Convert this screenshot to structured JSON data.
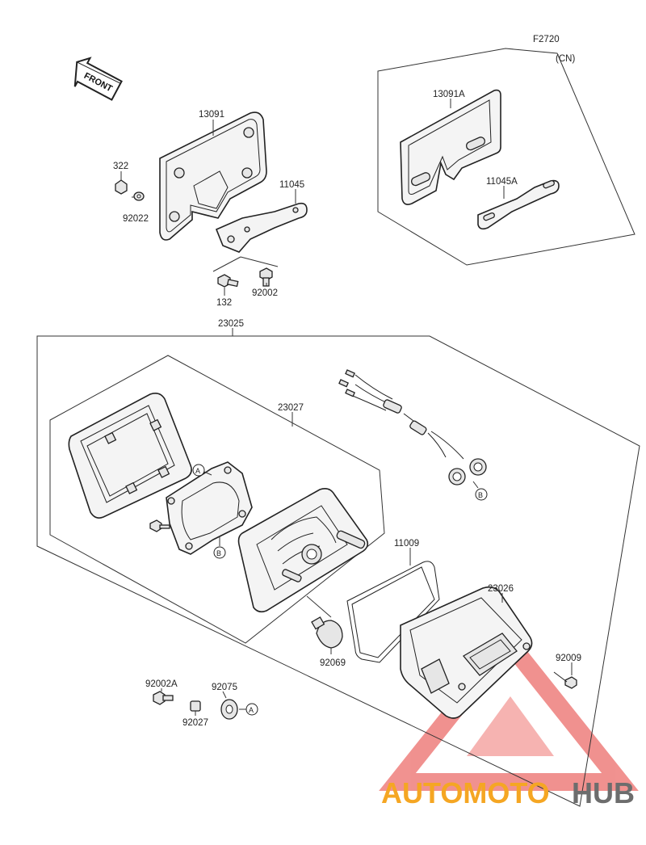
{
  "diagram_code": "F2720",
  "region_tag": "(CN)",
  "front_arrow_text": "FRONT",
  "labels": {
    "p13091": "13091",
    "p322": "322",
    "p92022": "92022",
    "p11045": "11045",
    "p132": "132",
    "p92002": "92002",
    "p13091A": "13091A",
    "p11045A": "11045A",
    "p23025": "23025",
    "p23027": "23027",
    "p11009": "11009",
    "p23026": "23026",
    "p92069": "92069",
    "p92009": "92009",
    "p92002A": "92002A",
    "p92075": "92075",
    "p92027": "92027",
    "refA1": "A",
    "refA2": "A",
    "refB1": "B",
    "refB2": "B"
  },
  "watermark": {
    "part1": "AUTOMOTO",
    "part2": "HUB",
    "color1": "#f5a623",
    "color2": "#6d6d6d",
    "triangle_color": "#e53935"
  }
}
